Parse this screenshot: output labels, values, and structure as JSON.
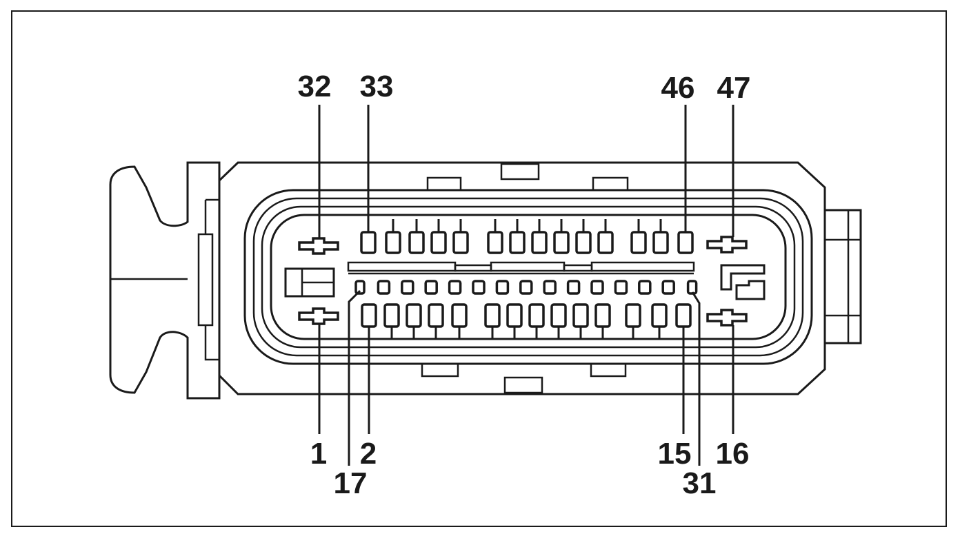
{
  "diagram": {
    "type": "connector-pinout",
    "top_labels": {
      "pin_32": "32",
      "pin_33": "33",
      "pin_46": "46",
      "pin_47": "47"
    },
    "bottom_labels": {
      "pin_1": "1",
      "pin_2": "2",
      "pin_15": "15",
      "pin_16": "16",
      "pin_17": "17",
      "pin_31": "31"
    },
    "rows": {
      "top_pin_count": 14,
      "middle_pin_count": 15,
      "bottom_pin_count": 14
    }
  }
}
